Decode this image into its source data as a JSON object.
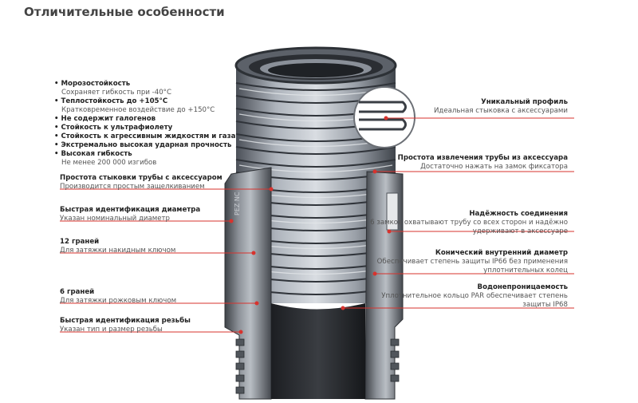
{
  "title": "Отличительные особенности",
  "features": [
    {
      "head": "Морозостойкость",
      "sub": "Сохраняет гибкость при -40°C"
    },
    {
      "head": "Теплостойкость до +105°C",
      "sub": "Кратковременное воздействие до +150°C"
    },
    {
      "head": "Не содержит галогенов",
      "sub": ""
    },
    {
      "head": "Стойкость к ультрафиолету",
      "sub": ""
    },
    {
      "head": "Стойкость к агрессивным жидкостям и газам",
      "sub": ""
    },
    {
      "head": "Экстремально высокая ударная прочность",
      "sub": ""
    },
    {
      "head": "Высокая гибкость",
      "sub": "Не менее 200 000 изгибов"
    }
  ],
  "left_callouts": [
    {
      "head": "Простота стыковки трубы с аксессуаром",
      "sub": "Производится простым защелкиванием"
    },
    {
      "head": "Быстрая идентификация диаметра",
      "sub": "Указан номинальный диаметр"
    },
    {
      "head": "12 граней",
      "sub": "Для затяжки накидным ключом"
    },
    {
      "head": "6 граней",
      "sub": "Для затяжки рожковым ключом"
    },
    {
      "head": "Быстрая идентификация резьбы",
      "sub": "Указан тип и размер резьбы"
    }
  ],
  "right_callouts": [
    {
      "head": "Уникальный профиль",
      "sub": "Идеальная стыковка с аксессуарами"
    },
    {
      "head": "Простота извлечения трубы из аксессуара",
      "sub": "Достаточно нажать на замок фиксатора"
    },
    {
      "head": "Надёжность соединения",
      "sub": "6 замков охватывают трубу со всех сторон и надёжно удерживают в аксессуаре"
    },
    {
      "head": "Конический внутренний диаметр",
      "sub": "Обеспечивает степень защиты IP66 без применения уплотнительных колец"
    },
    {
      "head": "Водонепроницаемость",
      "sub": "Уплотнительное кольцо PAR обеспечивает степень защиты IP68"
    }
  ],
  "fitting_marking": "PEZ NC",
  "colors": {
    "leader": "#d7332e",
    "pipe": "#8a9099",
    "fitting": "#6b6f75"
  }
}
